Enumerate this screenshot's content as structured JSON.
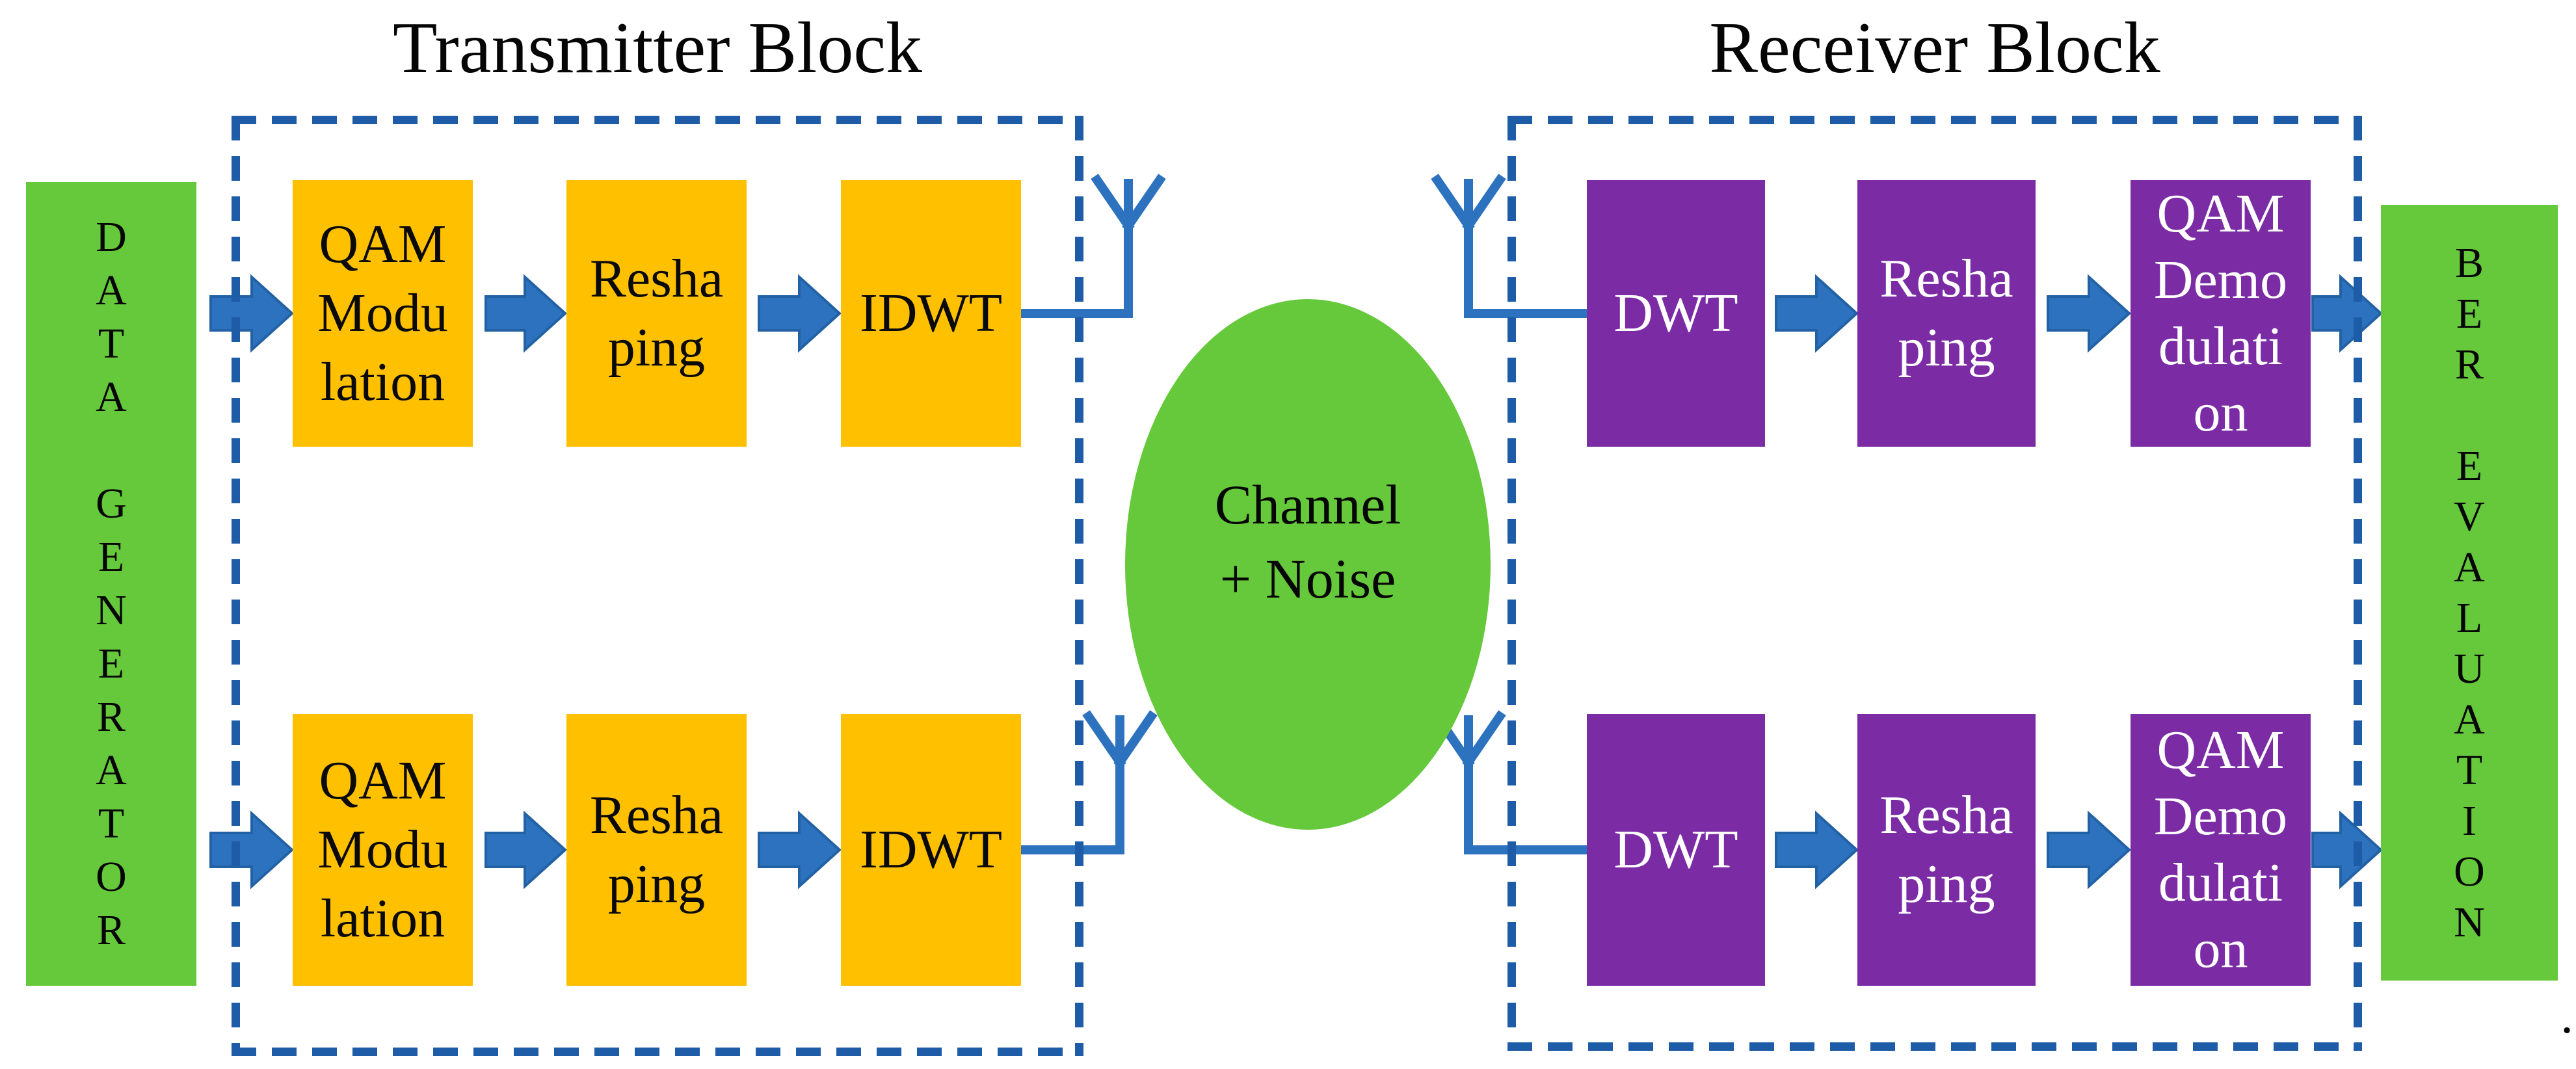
{
  "figure": {
    "type": "block-diagram",
    "description_visible_text_only": true
  },
  "palette": {
    "green": "#65C93B",
    "orange": "#FFC000",
    "purple": "#7B2CA5",
    "arrow_blue": "#2C72BE",
    "dashed_border_blue": "#1E5CA8",
    "text_black": "#0a0a0a",
    "text_white": "#ffffff"
  },
  "icons": {
    "antenna": "antenna-icon",
    "arrow": "arrow-right-icon"
  },
  "data_generator": {
    "label": "D\nA\nT\nA\n\nG\nE\nN\nE\nR\nA\nT\nO\nR"
  },
  "transmitter": {
    "title": "Transmitter Block",
    "boxes": {
      "qam_modulation": "QAM\nModu\nlation",
      "reshaping": "Resha\nping",
      "idwt": "IDWT"
    }
  },
  "channel": {
    "label": "Channel\n+ Noise"
  },
  "receiver": {
    "title": "Receiver Block",
    "boxes": {
      "dwt": "DWT",
      "reshaping": "Resha\nping",
      "qam_demodulation": "QAM\nDemo\ndulati\non"
    }
  },
  "ber_evaluation": {
    "label": "B\nE\nR\n\nE\nV\nA\nL\nU\nA\nT\nI\nO\nN"
  },
  "footer": {
    "period": "."
  }
}
